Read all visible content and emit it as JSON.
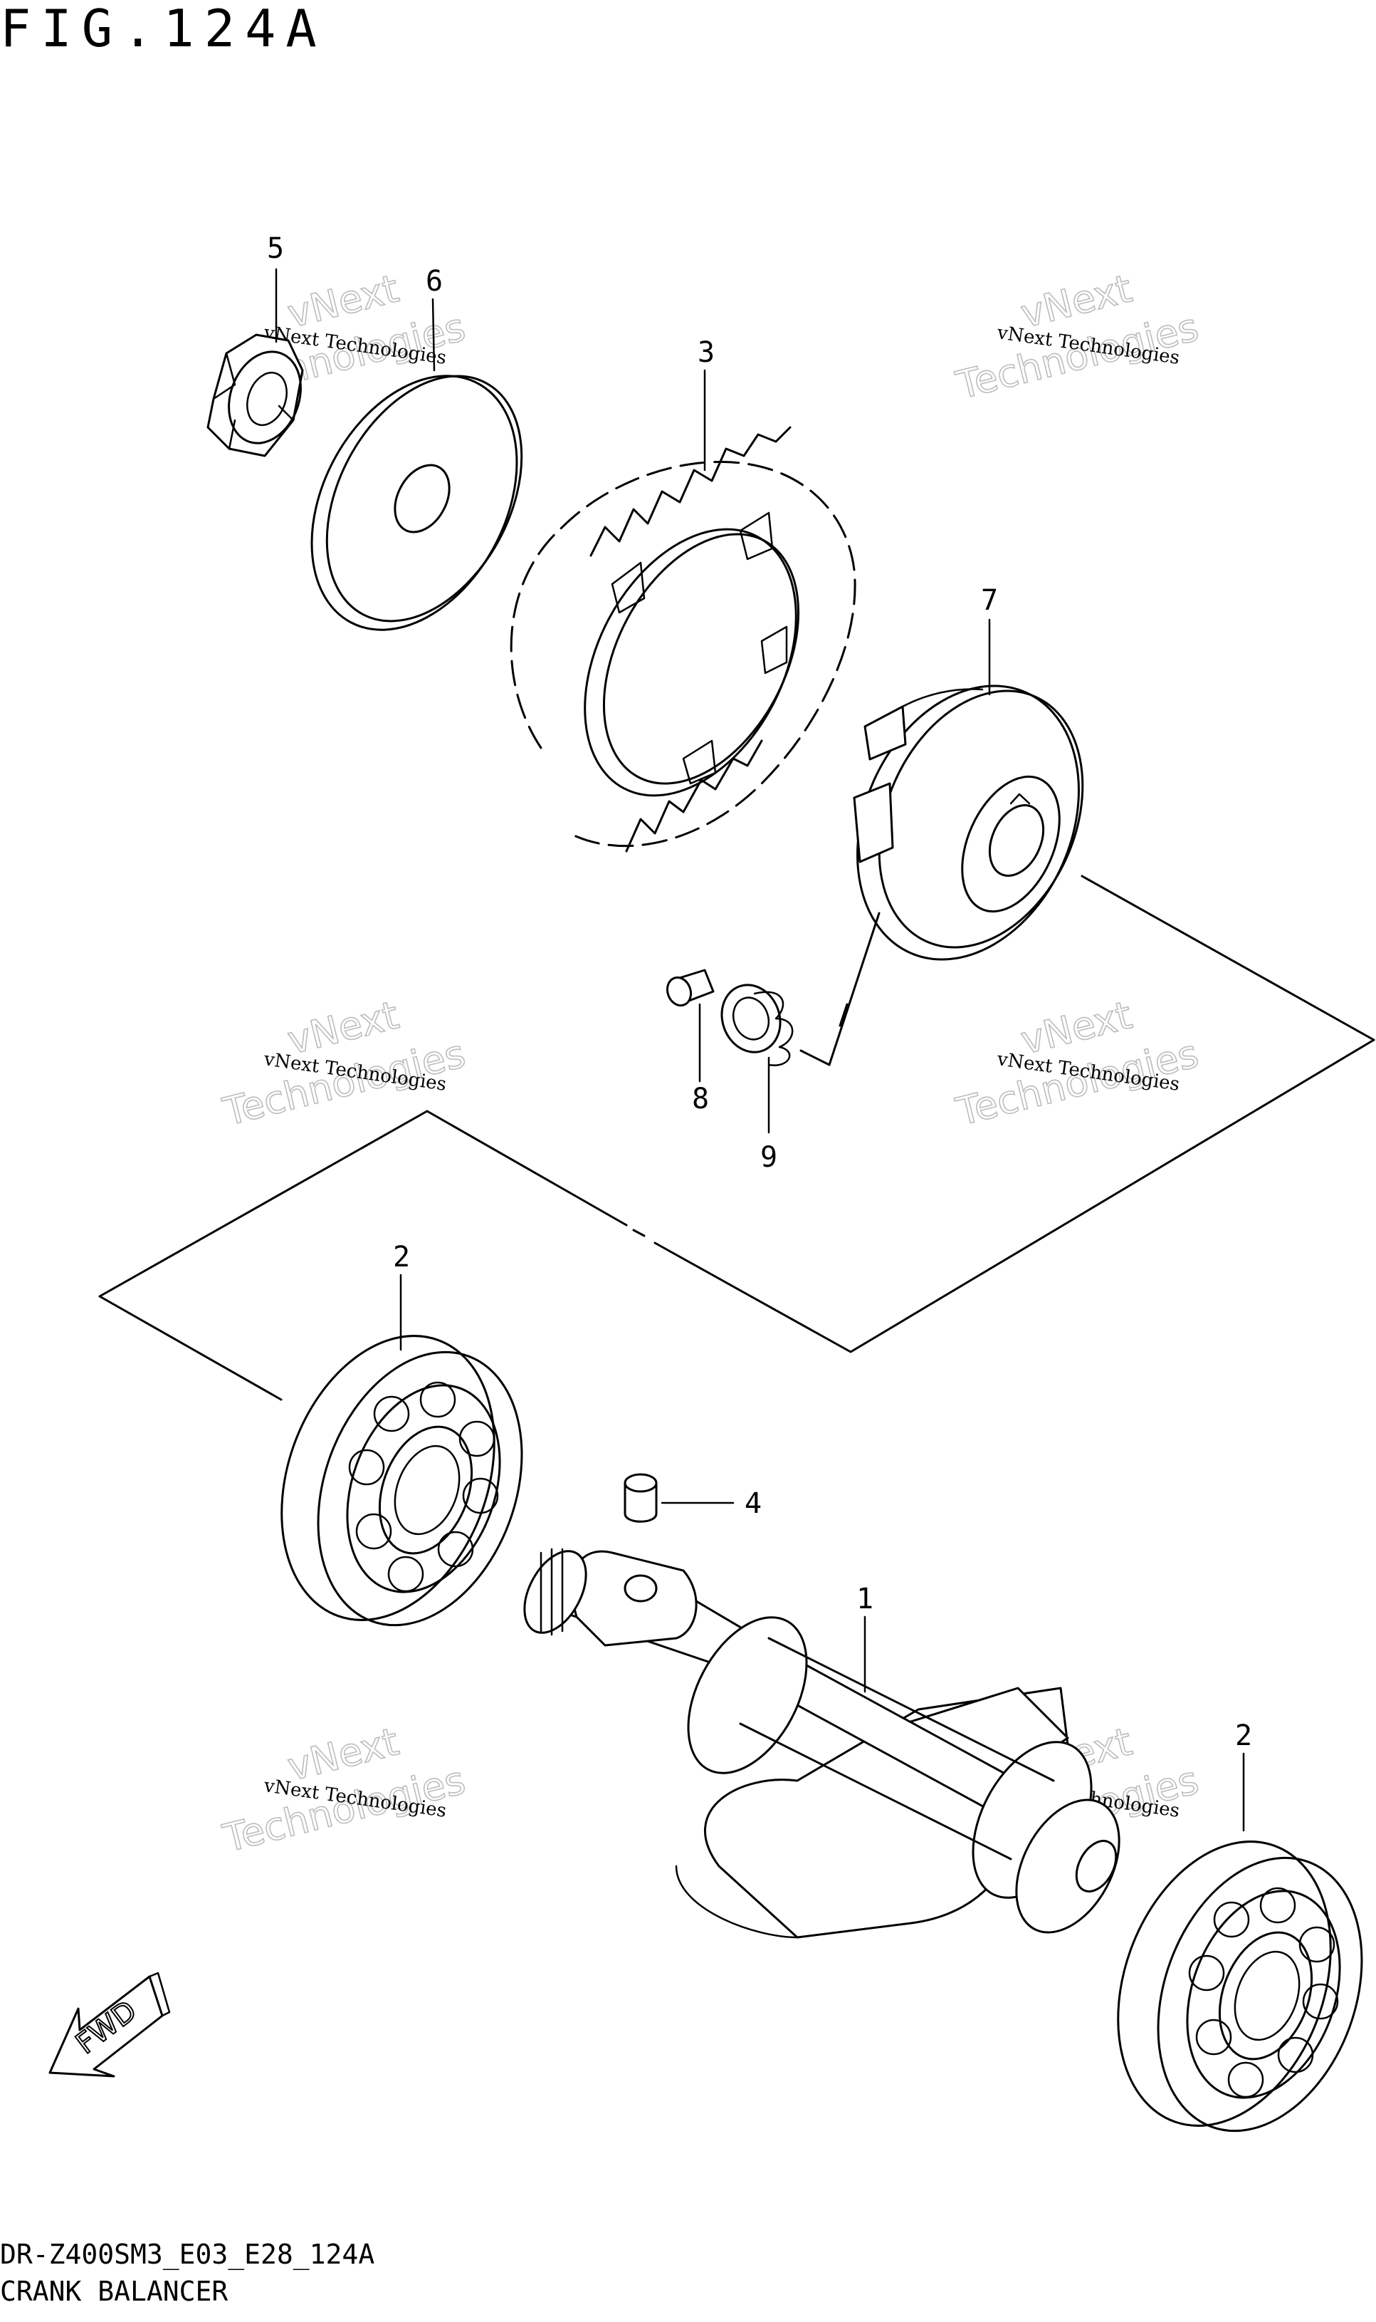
{
  "figure": {
    "title": "FIG.124A"
  },
  "callouts": [
    "5",
    "6",
    "3",
    "7",
    "8",
    "9",
    "2",
    "4",
    "1",
    "2"
  ],
  "watermark": {
    "line1": "vNext Technologies",
    "line2_big": "vNext",
    "line3_big": "Technologies"
  },
  "fwd_label": "FWD",
  "footer": {
    "code": "DR-Z400SM3_E03_E28_124A",
    "name": "CRANK BALANCER"
  }
}
